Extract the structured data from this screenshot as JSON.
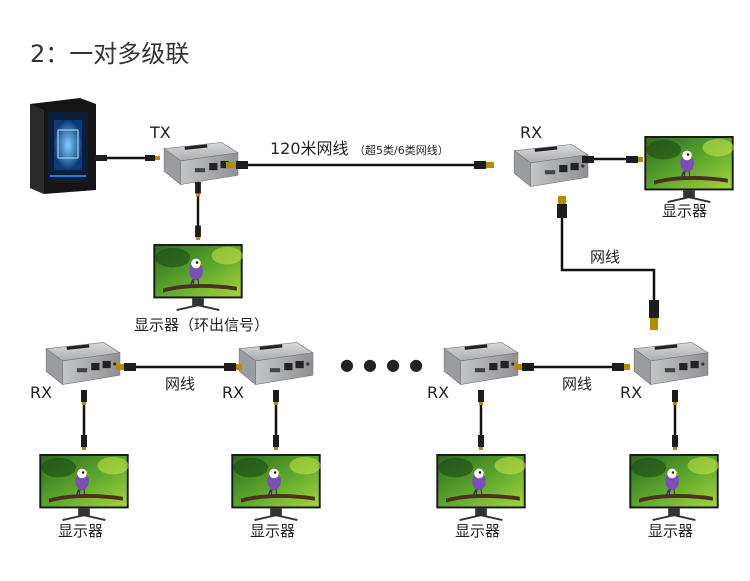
{
  "title": "2：一对多级联",
  "labels": {
    "tx": "TX",
    "rx": "RX",
    "cable_main": "120米网线",
    "cable_main_note": "（超5类/6类网线）",
    "network_cable": "网线",
    "display": "显示器",
    "loop_out_display": "显示器（环出信号）",
    "ellipsis": "● ● ● ●"
  }
}
